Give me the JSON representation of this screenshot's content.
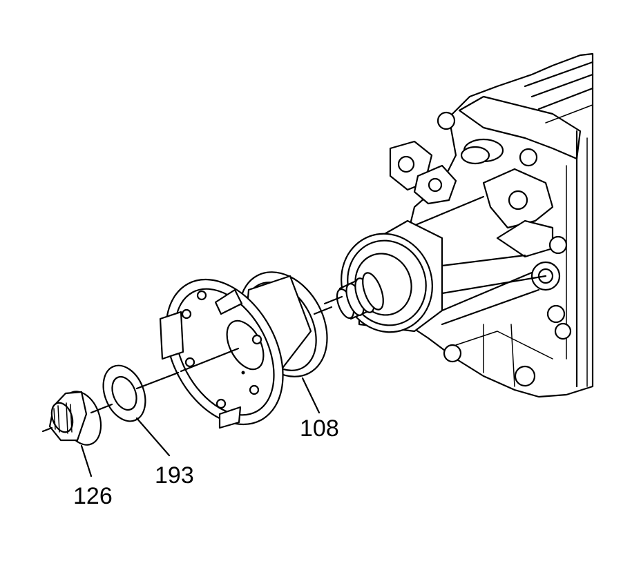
{
  "callouts": {
    "c108": "108",
    "c193": "193",
    "c126": "126"
  }
}
